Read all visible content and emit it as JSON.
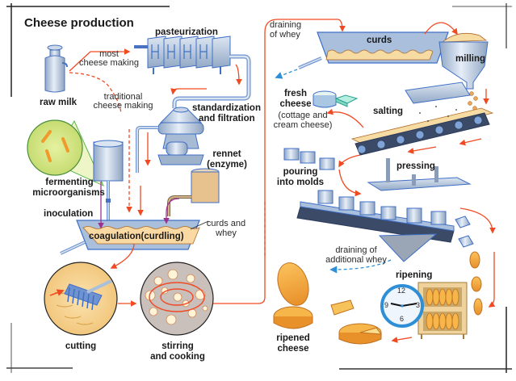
{
  "title": "Cheese production",
  "labels": {
    "raw_milk": "raw milk",
    "most": "most",
    "most_cheese": "cheese making",
    "traditional": "traditional",
    "traditional_cheese": "cheese making",
    "pasteurization": "pasteurization",
    "standardization": "standardization",
    "and_filtration": "and filtration",
    "rennet": "rennet",
    "enzyme": "(enzyme)",
    "fermenting": "fermenting",
    "microorganisms": "microorganisms",
    "inoculation": "inoculation",
    "coagulation": "coagulation(curdling)",
    "curds_and": "curds and",
    "whey": "whey",
    "cutting": "cutting",
    "stirring": "stirring",
    "and_cooking": "and cooking",
    "draining": "draining",
    "of_whey": "of whey",
    "curds": "curds",
    "milling": "milling",
    "fresh": "fresh",
    "cheese": "cheese",
    "cottage_and": "(cottage and",
    "cream_cheese": "cream cheese)",
    "salting": "salting",
    "pouring": "pouring",
    "into_molds": "into molds",
    "pressing": "pressing",
    "draining_of": "draining of",
    "additional_whey": "additional whey",
    "ripening": "ripening",
    "ripened": "ripened",
    "ripened_cheese": "cheese",
    "clock_12": "12",
    "clock_3": "3",
    "clock_6": "6",
    "clock_9": "9"
  },
  "colors": {
    "arrow": "#f04a23",
    "inoculation_arrow": "#a0308f",
    "whey_arrow": "#2f8fd6",
    "steel": "#b9c9de",
    "steel_edge": "#3f6fc6",
    "cheese": "#f4a83a",
    "curd": "#f6dca3"
  }
}
